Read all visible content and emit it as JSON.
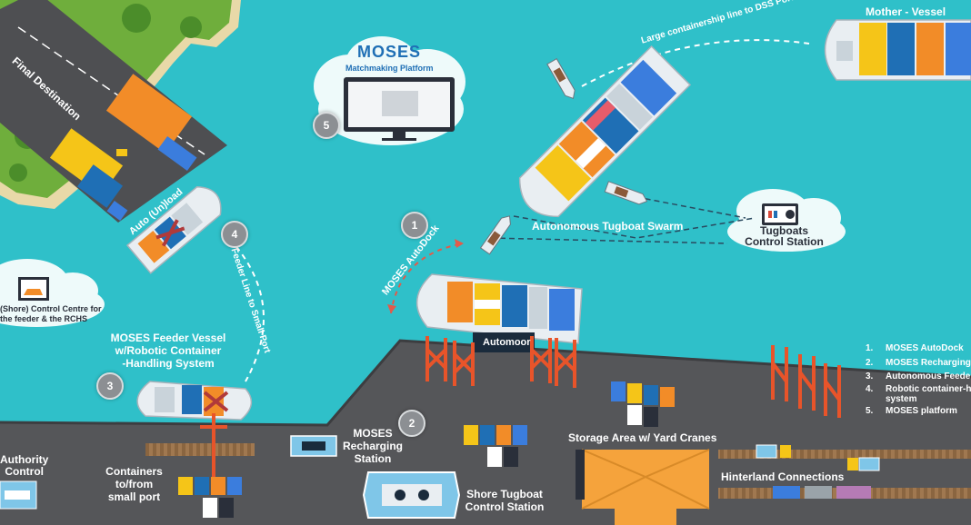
{
  "labels": {
    "mother_vessel": "Mother - Vessel",
    "containership_line": "Large containership line to DSS Port",
    "moses_logo": "MOSES",
    "matchmaking": "Matchmaking Platform",
    "final_destination": "Final Destination",
    "auto_unload": "Auto (Un)load",
    "feeder_line": "Feeder Line to Small Port",
    "autodock": "MOSES AutoDock",
    "tugboat_swarm": "Autonomous Tugboat Swarm",
    "tugboats_control": "Tugboats\nControl Station",
    "automoor": "Automoor",
    "control_centre": "(Shore) Control Centre for\nthe feeder & the RCHS",
    "feeder_vessel": "MOSES Feeder Vessel\nw/Robotic Container\n-Handling System",
    "authority_control": "Authority\nControl",
    "containers_small_port": "Containers\nto/from\nsmall port",
    "recharging": "MOSES\nRecharging\nStation",
    "shore_tugboat": "Shore Tugboat\nControl Station",
    "storage_area": "Storage Area  w/ Yard Cranes",
    "hinterland": "Hinterland Connections"
  },
  "markers": {
    "m1": "1",
    "m2": "2",
    "m3": "3",
    "m4": "4",
    "m5": "5"
  },
  "legend": [
    {
      "n": "1.",
      "text": "MOSES AutoDock"
    },
    {
      "n": "2.",
      "text": "MOSES Recharging"
    },
    {
      "n": "3.",
      "text": "Autonomous Feeder"
    },
    {
      "n": "4.",
      "text": "Robotic container-h"
    },
    {
      "n": "",
      "text": "system"
    },
    {
      "n": "5.",
      "text": "MOSES platform"
    }
  ],
  "colors": {
    "sea": "#2fc0c9",
    "quay": "#555659",
    "container_orange": "#f28c28",
    "container_blue": "#1f6fb5",
    "container_yellow": "#f5c518",
    "crane_orange": "#e8542a"
  }
}
